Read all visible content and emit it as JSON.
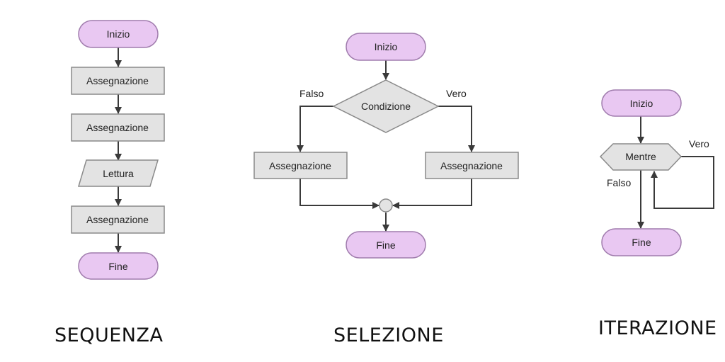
{
  "colors": {
    "terminal_fill": "#e9c8f2",
    "terminal_stroke": "#a07cad",
    "process_fill": "#e3e3e3",
    "process_stroke": "#8a8a8a",
    "line": "#3a3a3a"
  },
  "sequenza": {
    "start": "Inizio",
    "step1": "Assegnazione",
    "step2": "Assegnazione",
    "input": "Lettura",
    "step3": "Assegnazione",
    "end": "Fine",
    "caption": "SEQUENZA"
  },
  "selezione": {
    "start": "Inizio",
    "condition": "Condizione",
    "false_label": "Falso",
    "true_label": "Vero",
    "left_step": "Assegnazione",
    "right_step": "Assegnazione",
    "end": "Fine",
    "caption": "SELEZIONE"
  },
  "iterazione": {
    "start": "Inizio",
    "loop": "Mentre",
    "true_label": "Vero",
    "false_label": "Falso",
    "end": "Fine",
    "caption": "ITERAZIONE"
  }
}
